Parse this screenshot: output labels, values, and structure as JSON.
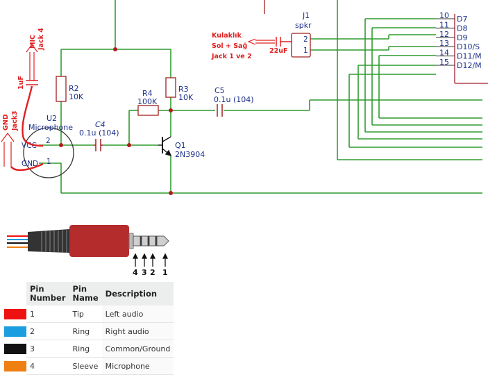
{
  "schematic": {
    "j1_ref": "J1",
    "j1_name": "spkr",
    "j1_pin2": "2",
    "j1_pin1": "1",
    "headphone_note_line1": "Kulaklık",
    "headphone_note_line2": "Sol + Sağ",
    "headphone_note_line3": "Jack 1 ve 2",
    "cap_22uF": "22uF",
    "mic_label": "MIC",
    "mic_jack": "Jack 4",
    "cap_1uF": "1uF",
    "gnd_label": "GND",
    "gnd_jack": "Jack3",
    "u2_ref": "U2",
    "u2_name": "Microphone",
    "vcc_label": "VCC",
    "gnd_pin_label": "GND",
    "u2_pin2": "2",
    "u2_pin1": "1",
    "r2_ref": "R2",
    "r2_value": "10K",
    "r3_ref": "R3",
    "r3_value": "10K",
    "r4_ref": "R4",
    "r4_value": "100K",
    "c4_ref": "C4",
    "c4_value": "0.1u (104)",
    "c5_ref": "C5",
    "c5_value": "0.1u (104)",
    "q1_ref": "Q1",
    "q1_part": "2N3904",
    "header_pins": [
      {
        "num": "10",
        "sig": "D7"
      },
      {
        "num": "11",
        "sig": "D8"
      },
      {
        "num": "12",
        "sig": "D9"
      },
      {
        "num": "13",
        "sig": "D10/S"
      },
      {
        "num": "14",
        "sig": "D11/M"
      },
      {
        "num": "15",
        "sig": "D12/M"
      }
    ]
  },
  "plug_pin_numbers": [
    "4",
    "3",
    "2",
    "1"
  ],
  "pin_table": {
    "headers": {
      "pin_number": "Pin Number",
      "pin_name": "Pin Name",
      "description": "Description"
    },
    "rows": [
      {
        "color": "#ee1111",
        "number": "1",
        "name": "Tip",
        "description": "Left audio"
      },
      {
        "color": "#1a9ee0",
        "number": "2",
        "name": "Ring",
        "description": "Right audio"
      },
      {
        "color": "#111111",
        "number": "3",
        "name": "Ring",
        "description": "Common/Ground"
      },
      {
        "color": "#f07f12",
        "number": "4",
        "name": "Sleeve",
        "description": "Microphone"
      }
    ]
  },
  "colors": {
    "wire": "#2e9c2e",
    "component": "#a02020",
    "label": "#1c2f8a",
    "annotation": "#e02020",
    "plug_body": "#b52c2c",
    "header_frame": "#a02030"
  }
}
